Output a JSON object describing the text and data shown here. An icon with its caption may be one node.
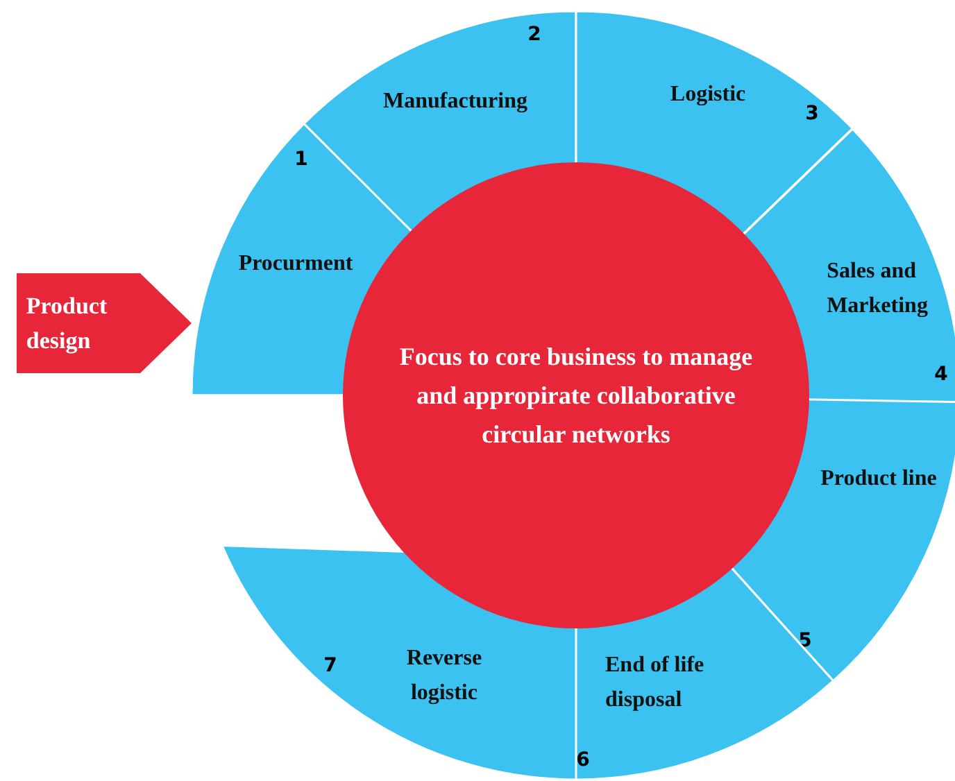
{
  "diagram": {
    "nodes": [
      {
        "text": [
          "Product design"
        ]
      },
      {
        "text": [
          "1",
          "Procurment"
        ]
      },
      {
        "text": [
          "Manufacturing",
          "2"
        ]
      },
      {
        "text": [
          "Logistic",
          "3"
        ]
      },
      {
        "text": [
          "Sales and Marketing",
          "4"
        ]
      },
      {
        "text": [
          "Product line",
          "5"
        ]
      },
      {
        "text": [
          "End of life disposal",
          "6"
        ]
      },
      {
        "text": [
          "7",
          "Reverse logistic"
        ]
      },
      {
        "text": [
          "Focus to core business to manage and appropirate collaborative circular networks"
        ]
      }
    ]
  }
}
